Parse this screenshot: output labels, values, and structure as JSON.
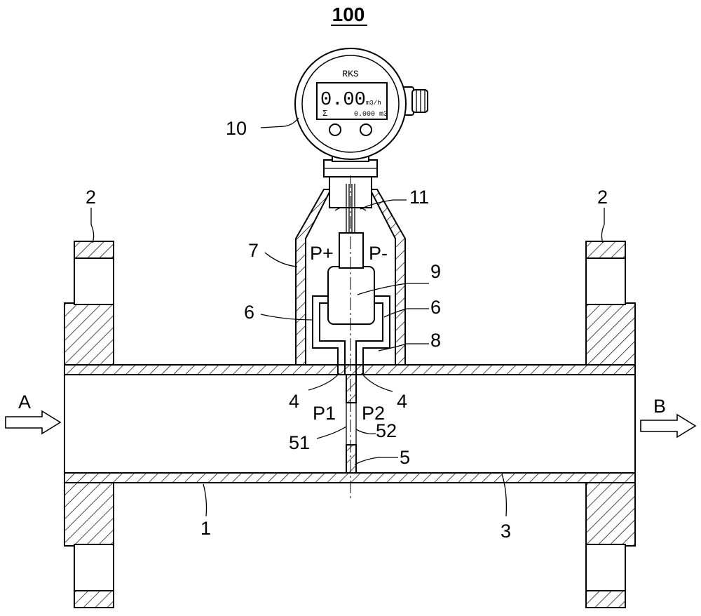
{
  "figure": {
    "number": "100",
    "meter": {
      "brand": "RKS",
      "flow_value": "0.00",
      "flow_unit": "m3/h",
      "total_symbol": "Σ",
      "total_value": "0.000 m3"
    },
    "pressure_labels": {
      "high": "P+",
      "low": "P-",
      "upstream": "P1",
      "downstream": "P2"
    },
    "flow_labels": {
      "inlet": "A",
      "outlet": "B"
    },
    "callouts": {
      "pipe": "1",
      "flange_left": "2",
      "flange_right": "2",
      "bore": "3",
      "tap_left": "4",
      "tap_right": "4",
      "orifice_plate": "5",
      "face_upstream": "51",
      "face_downstream": "52",
      "tube_left": "6",
      "tube_right": "6",
      "housing": "7",
      "chamber": "8",
      "sensor": "9",
      "transmitter": "10",
      "wires": "11"
    }
  }
}
